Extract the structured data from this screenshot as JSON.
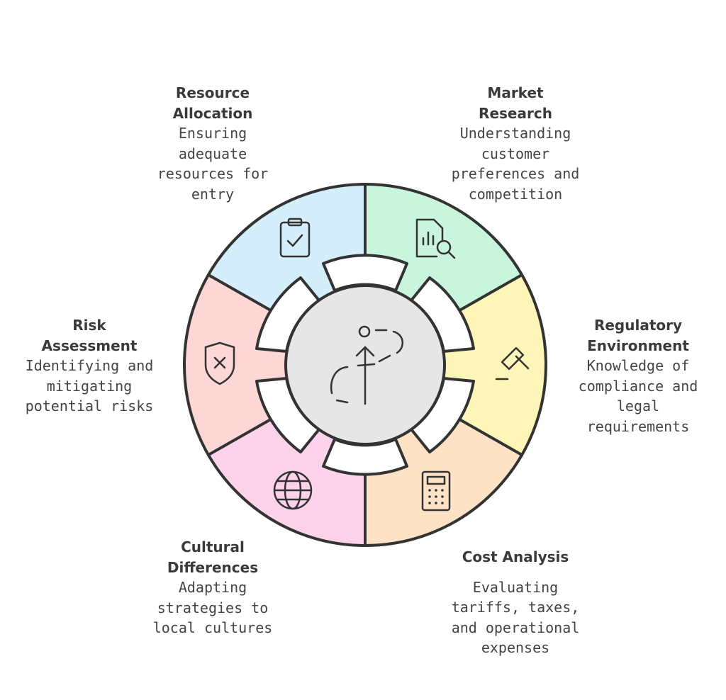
{
  "colors": {
    "outline": "#333333",
    "hub": "#e6e6e6",
    "market_research": "#c9f5dc",
    "regulatory_environment": "#fdf6b8",
    "cost_analysis": "#fde2c6",
    "cultural_differences": "#fdd3ec",
    "risk_assessment": "#fdd6d6",
    "resource_allocation": "#d4eefb"
  },
  "segments": [
    {
      "id": "market_research",
      "title": "Market\nResearch",
      "description": "Understanding\ncustomer\npreferences and\ncompetition",
      "icon": "report-search-icon"
    },
    {
      "id": "regulatory_environment",
      "title": "Regulatory\nEnvironment",
      "description": "Knowledge of\ncompliance and\nlegal\nrequirements",
      "icon": "gavel-icon"
    },
    {
      "id": "cost_analysis",
      "title": "Cost Analysis",
      "description": "Evaluating\ntariffs, taxes,\nand operational\nexpenses",
      "icon": "calculator-icon"
    },
    {
      "id": "cultural_differences",
      "title": "Cultural\nDifferences",
      "description": "Adapting\nstrategies to\nlocal cultures",
      "icon": "globe-icon"
    },
    {
      "id": "risk_assessment",
      "title": "Risk\nAssessment",
      "description": "Identifying and\nmitigating\npotential risks",
      "icon": "shield-x-icon"
    },
    {
      "id": "resource_allocation",
      "title": "Resource\nAllocation",
      "description": "Ensuring\nadequate\nresources for\nentry",
      "icon": "clipboard-check-icon"
    }
  ],
  "center_icon": "path-up-arrow-icon"
}
